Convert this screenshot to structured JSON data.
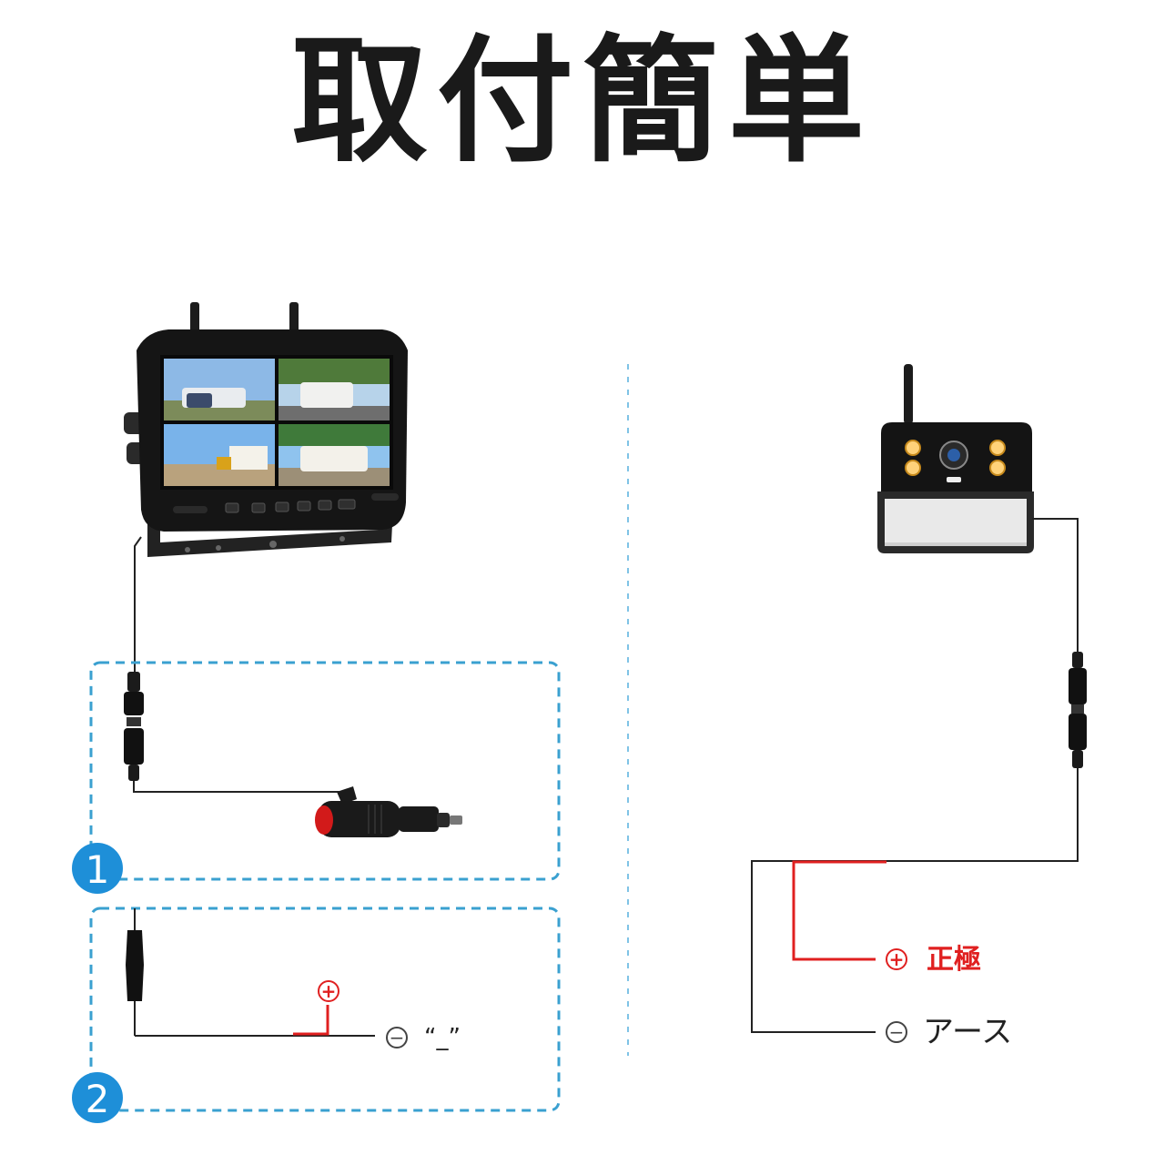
{
  "title": "取付簡単",
  "step_numbers": [
    "1",
    "2"
  ],
  "hardwire": {
    "positive_symbol": "+",
    "negative_symbol": "−",
    "negative_label": "“_”"
  },
  "camera_wiring": {
    "positive_symbol": "+",
    "positive_label": "正極",
    "negative_symbol": "−",
    "negative_label": "アース"
  },
  "colors": {
    "dashed_box": "#3aa0d0",
    "badge": "#1e8fd8",
    "positive_wire": "#e02020",
    "positive_text": "#e02020",
    "wire": "#222222"
  }
}
